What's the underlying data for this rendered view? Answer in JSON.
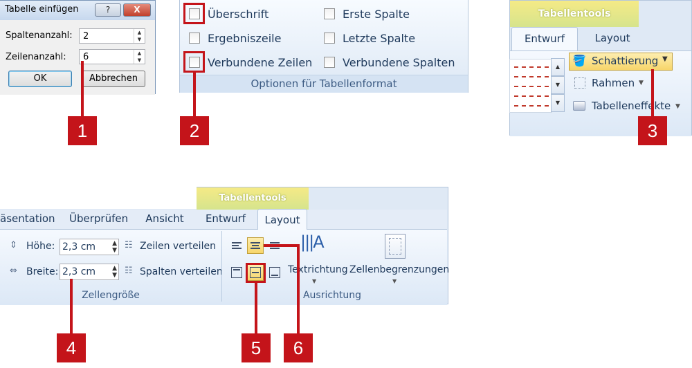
{
  "dialog": {
    "title": "Tabelle einfügen",
    "help_button": "?",
    "close_button": "X",
    "columns_label": "Spaltenanzahl:",
    "columns_value": "2",
    "rows_label": "Zeilenanzahl:",
    "rows_value": "6",
    "ok_label": "OK",
    "cancel_label": "Abbrechen"
  },
  "style_options": {
    "checkboxes": [
      {
        "label": "Überschrift",
        "checked": false
      },
      {
        "label": "Ergebniszeile",
        "checked": false
      },
      {
        "label": "Verbundene Zeilen",
        "checked": false
      },
      {
        "label": "Erste Spalte",
        "checked": false
      },
      {
        "label": "Letzte Spalte",
        "checked": false
      },
      {
        "label": "Verbundene Spalten",
        "checked": false
      }
    ],
    "group_label": "Optionen für Tabellenformat"
  },
  "design_ribbon": {
    "context_title": "Tabellentools",
    "tabs": [
      "Entwurf",
      "Layout"
    ],
    "active_tab": "Entwurf",
    "shading": "Schattierung",
    "borders": "Rahmen",
    "effects": "Tabelleneffekte"
  },
  "layout_ribbon": {
    "context_title": "Tabellentools",
    "tabs": [
      "äsentation",
      "Überprüfen",
      "Ansicht",
      "Entwurf",
      "Layout"
    ],
    "active_tab": "Layout",
    "height_label": "Höhe:",
    "height_value": "2,3  cm",
    "width_label": "Breite:",
    "width_value": "2,3  cm",
    "distribute_rows": "Zeilen verteilen",
    "distribute_cols": "Spalten verteilen",
    "cell_size_group": "Zellengröße",
    "text_direction": "Textrichtung",
    "cell_margins": "Zellenbegrenzungen",
    "alignment_group": "Ausrichtung"
  },
  "callouts": [
    "1",
    "2",
    "3",
    "4",
    "5",
    "6"
  ],
  "colors": {
    "callout_red": "#c4141a",
    "ribbon_text": "#1e395b",
    "context_tab": "#d6e48d"
  }
}
